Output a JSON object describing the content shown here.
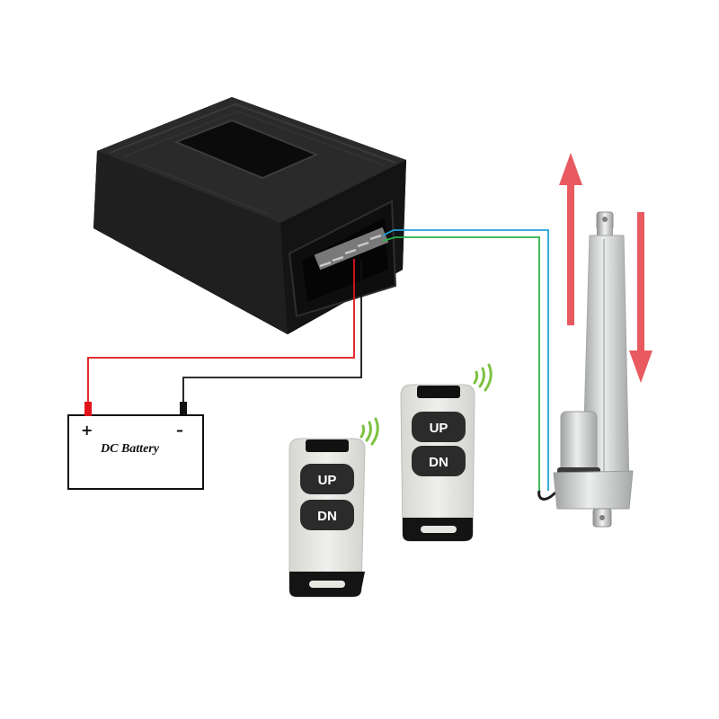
{
  "battery": {
    "label": "DC Battery",
    "plus": "+",
    "minus": "–"
  },
  "remotes": [
    {
      "up_label": "UP",
      "down_label": "DN"
    },
    {
      "up_label": "UP",
      "down_label": "DN"
    }
  ],
  "colors": {
    "wire_red": "#e0141b",
    "wire_black": "#111111",
    "wire_blue": "#1fa3d6",
    "wire_green": "#2eb24a",
    "arrow_red": "#e85a5f",
    "controller_body": "#1c1c1c",
    "remote_body": "#e6e6e3",
    "remote_button": "#2b2b2b",
    "signal_green": "#7dc242",
    "actuator_metal": "#c9cbc9"
  },
  "icons": [
    "signal-waves-icon",
    "up-arrow-icon",
    "down-arrow-icon"
  ]
}
